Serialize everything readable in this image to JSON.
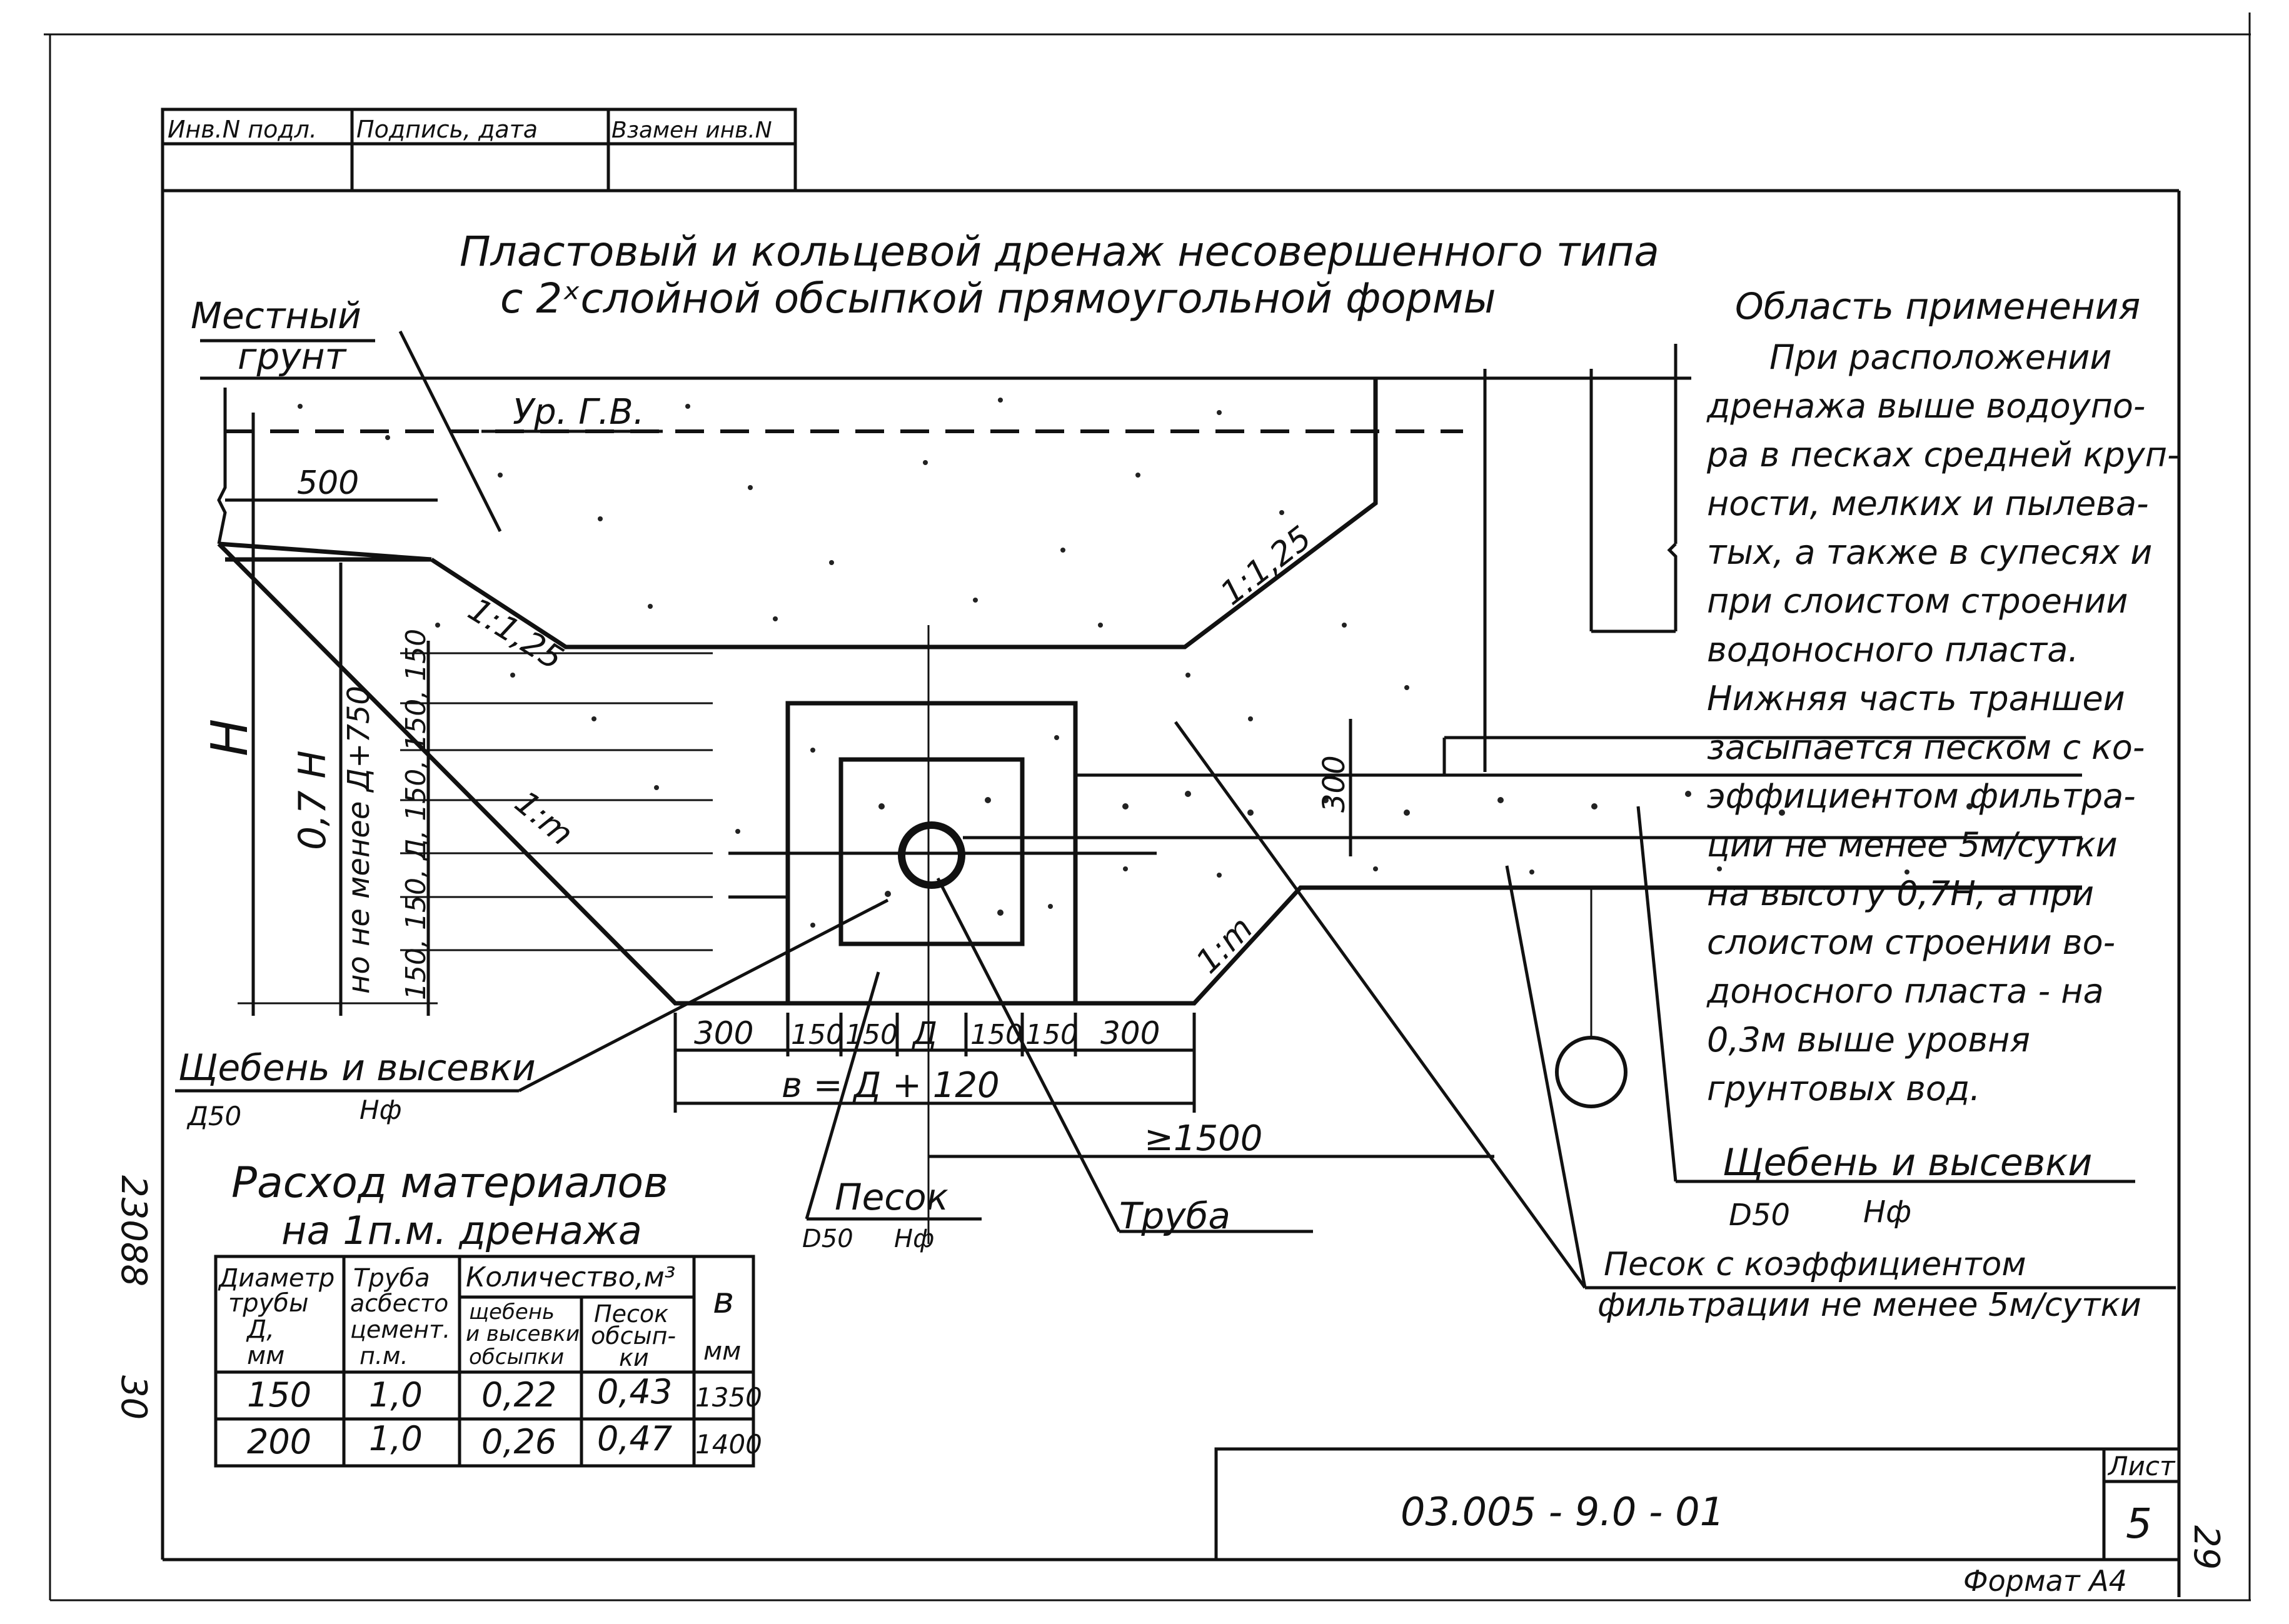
{
  "stamp": {
    "col1": "Инв.N подл.",
    "col2": "Подпись, дата",
    "col3": "Взамен инв.N"
  },
  "title": {
    "line1": "Пластовый и кольцевой дренаж несовершенного типа",
    "line2": "с 2ˣслойной обсыпкой прямоугольной формы"
  },
  "labels": {
    "local_soil_1": "Местный",
    "local_soil_2": "грунт",
    "gw_level": "Ур. Г.В.",
    "dim_500": "500",
    "slope_1_125_left": "1:1,25",
    "slope_1_125_right": "1:1,25",
    "slope_1m_left": "1:m",
    "slope_1m_right": "1:m",
    "h": "H",
    "h07": "0,7 H",
    "not_less": "но не менее Д+750",
    "vert_dims": "150, 150, Д, 150, 150, 150",
    "dim_300_right": "300",
    "bottom_dims": [
      "300",
      "150",
      "150",
      "Д",
      "150",
      "150",
      "300"
    ],
    "b_formula": "в = Д + 120",
    "dim_1500": "≥1500",
    "gravel_left": "Щебень и высевки",
    "gravel_left_sub1": "Д50",
    "gravel_left_sub2": "Hф",
    "sand_label": "Песок",
    "sand_sub1": "D50",
    "sand_sub2": "Hф",
    "pipe_label": "Труба",
    "gravel_right": "Щебень и высевки",
    "gravel_right_sub1": "D50",
    "gravel_right_sub2": "Hф",
    "sand_coef_1": "Песок с коэффициентом",
    "sand_coef_2": "фильтрации не менее 5м/сутки"
  },
  "application": {
    "heading": "Область применения",
    "lines": [
      "При расположении",
      "дренажа выше водоупо-",
      "ра в песках средней круп-",
      "ности, мелких и пылева-",
      "тых, а также в супесях и",
      "при слоистом строении",
      "водоносного пласта.",
      "Нижняя часть траншеи",
      "засыпается песком с ко-",
      "эффициентом фильтра-",
      "ции не менее 5м/сутки",
      "на высоту 0,7Н, а при",
      "слоистом строении во-",
      "доносного пласта - на",
      "0,3м выше уровня",
      "грунтовых вод."
    ]
  },
  "materials": {
    "title1": "Расход материалов",
    "title2": "на 1п.м. дренажа",
    "headers": {
      "diam": [
        "Диаметр",
        "трубы",
        "Д,",
        "мм"
      ],
      "pipe": [
        "Труба",
        "асбесто",
        "цемент.",
        "п.м."
      ],
      "qty": "Количество,м³",
      "gravel": [
        "щебень",
        "и высевки",
        "обсыпки"
      ],
      "sand": [
        "Песок",
        "обсып-",
        "ки"
      ],
      "b": [
        "в",
        "мм"
      ]
    },
    "rows": [
      {
        "d": "150",
        "pipe": "1,0",
        "gravel": "0,22",
        "sand": "0,43",
        "b": "1350"
      },
      {
        "d": "200",
        "pipe": "1,0",
        "gravel": "0,26",
        "sand": "0,47",
        "b": "1400"
      }
    ]
  },
  "side_numbers": {
    "n1": "23088",
    "n2": "30",
    "page_right": "29"
  },
  "title_block": {
    "code": "03.005 - 9.0 - 01",
    "sheet_label": "Лист",
    "sheet_number": "5",
    "format": "Формат А4"
  }
}
